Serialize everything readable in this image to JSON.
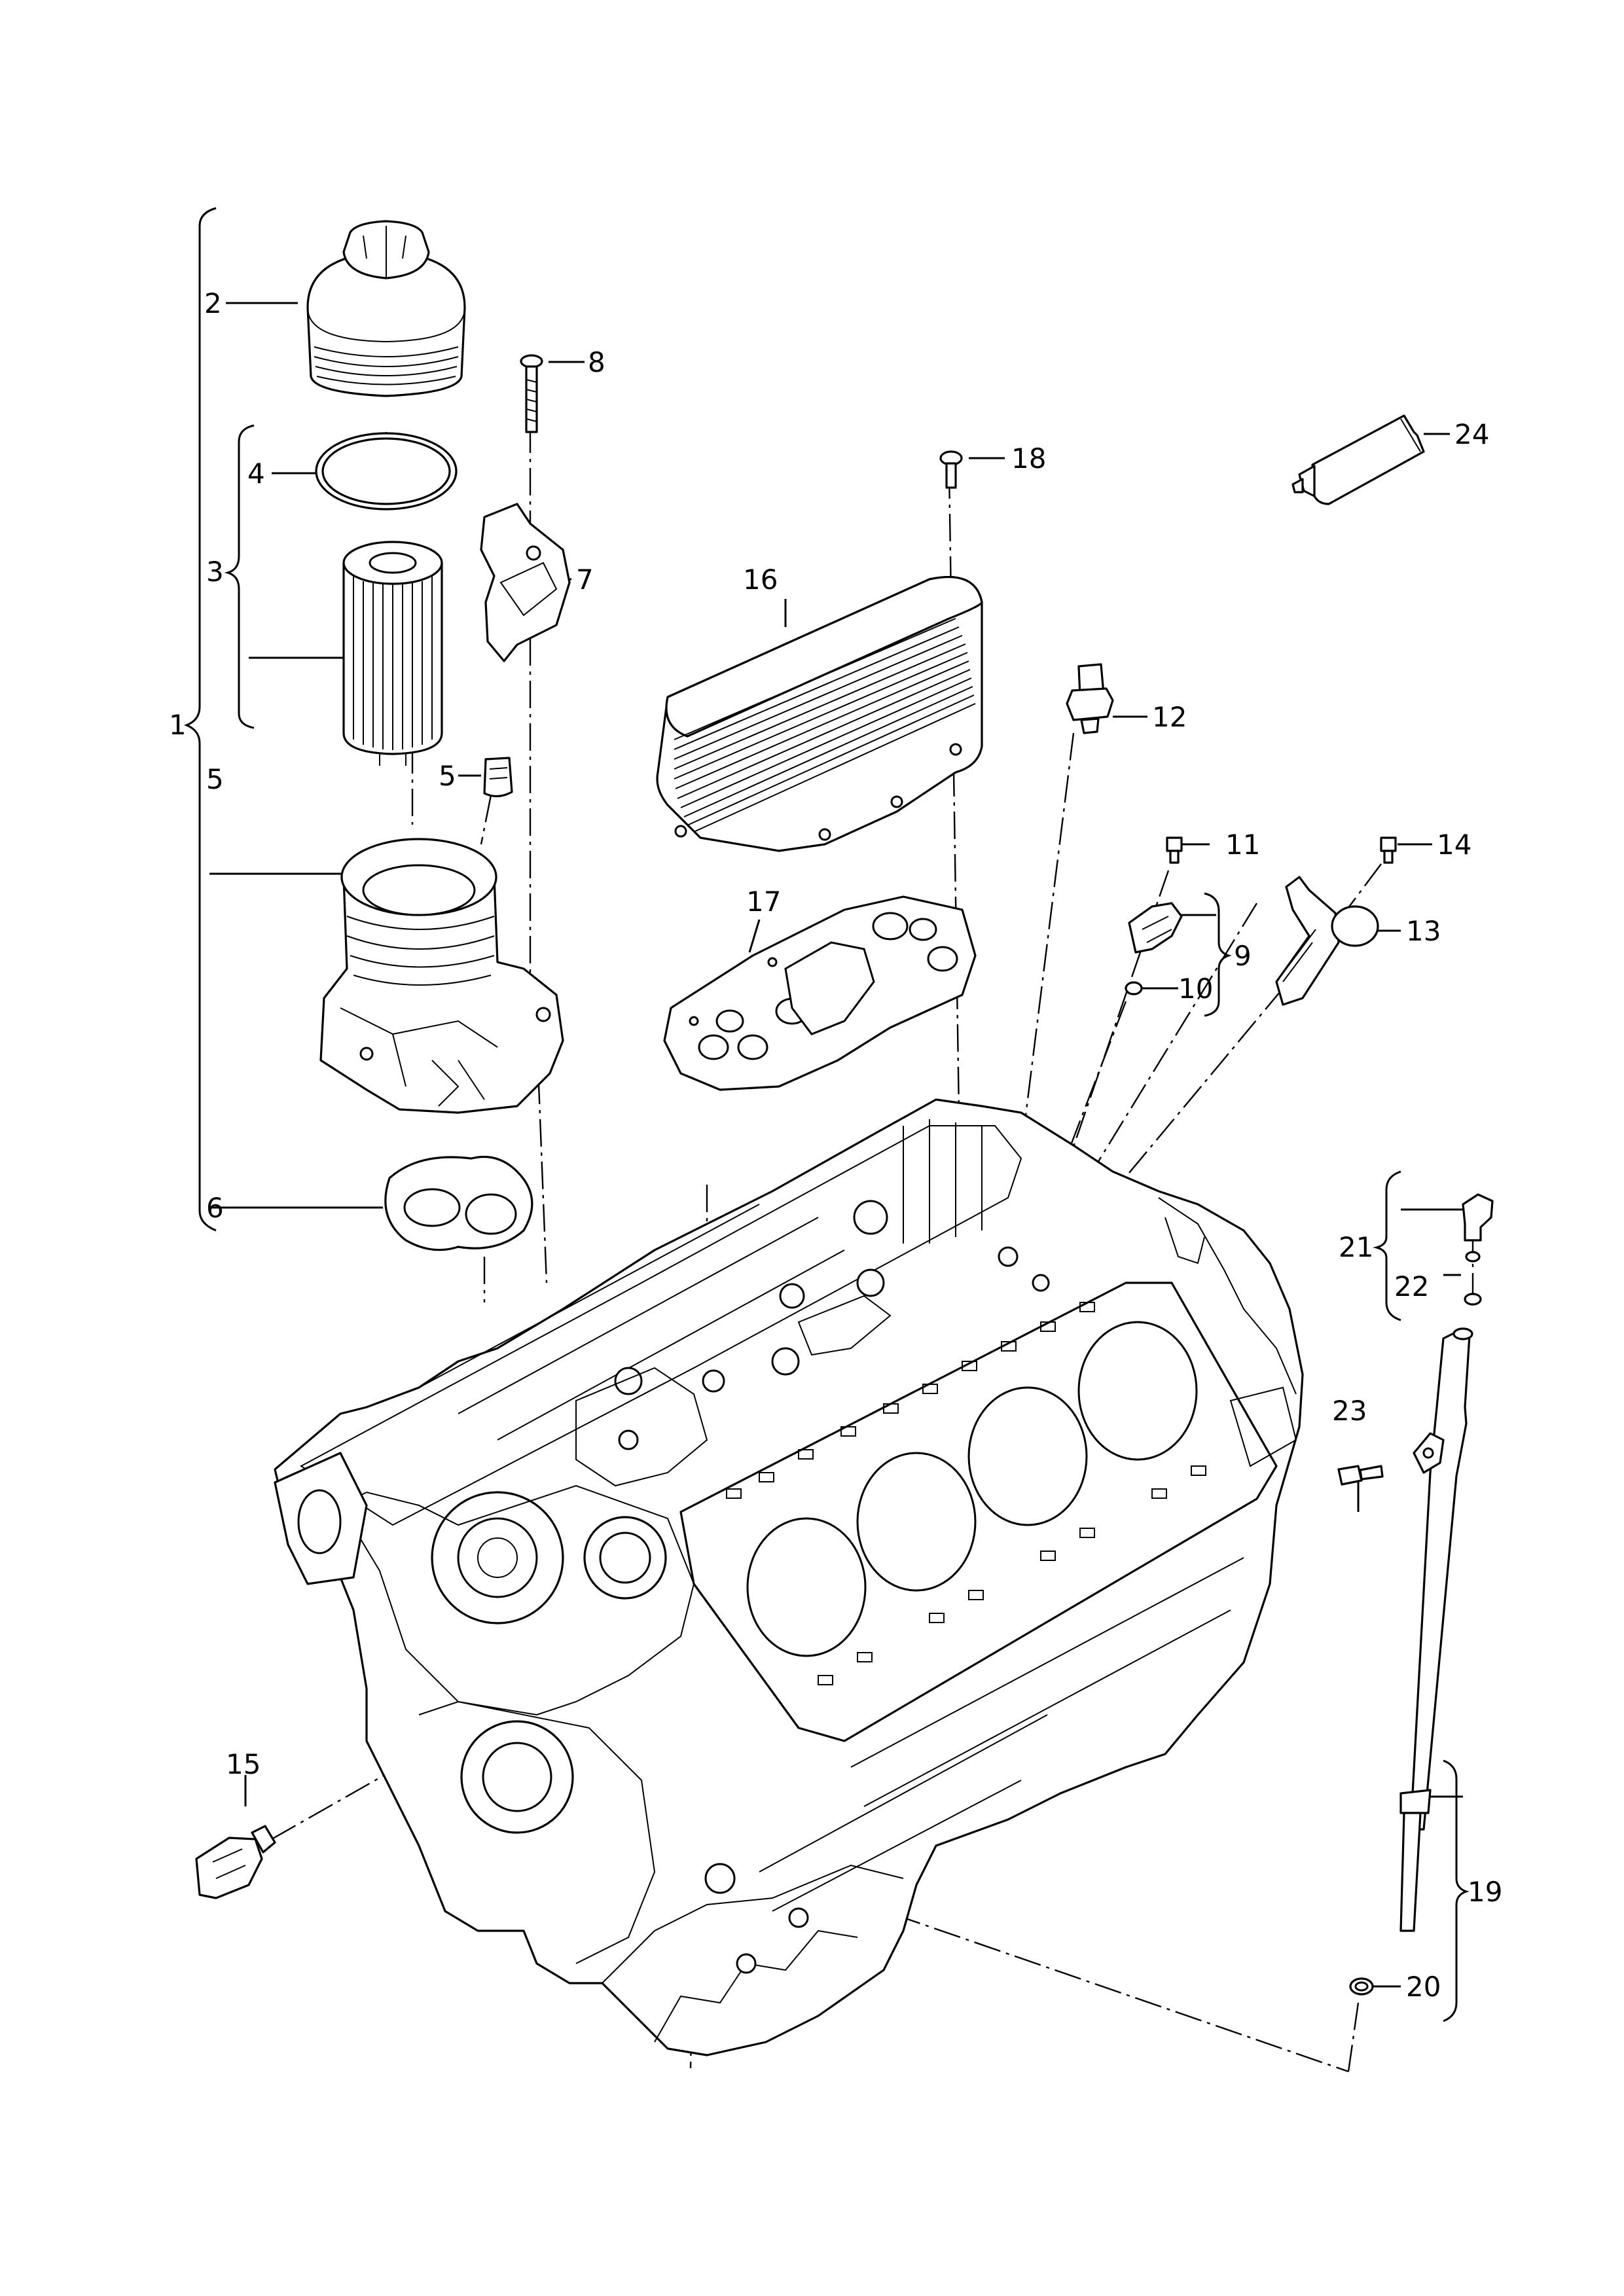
{
  "diagram": {
    "callouts": {
      "p1": "1",
      "p2": "2",
      "p3": "3",
      "p4": "4",
      "p5a": "5",
      "p5b": "5",
      "p6": "6",
      "p7": "7",
      "p8": "8",
      "p9": "9",
      "p10": "10",
      "p11": "11",
      "p12": "12",
      "p13": "13",
      "p14": "14",
      "p15": "15",
      "p16": "16",
      "p17": "17",
      "p18": "18",
      "p19": "19",
      "p20": "20",
      "p21": "21",
      "p22": "22",
      "p23": "23",
      "p24": "24"
    }
  }
}
